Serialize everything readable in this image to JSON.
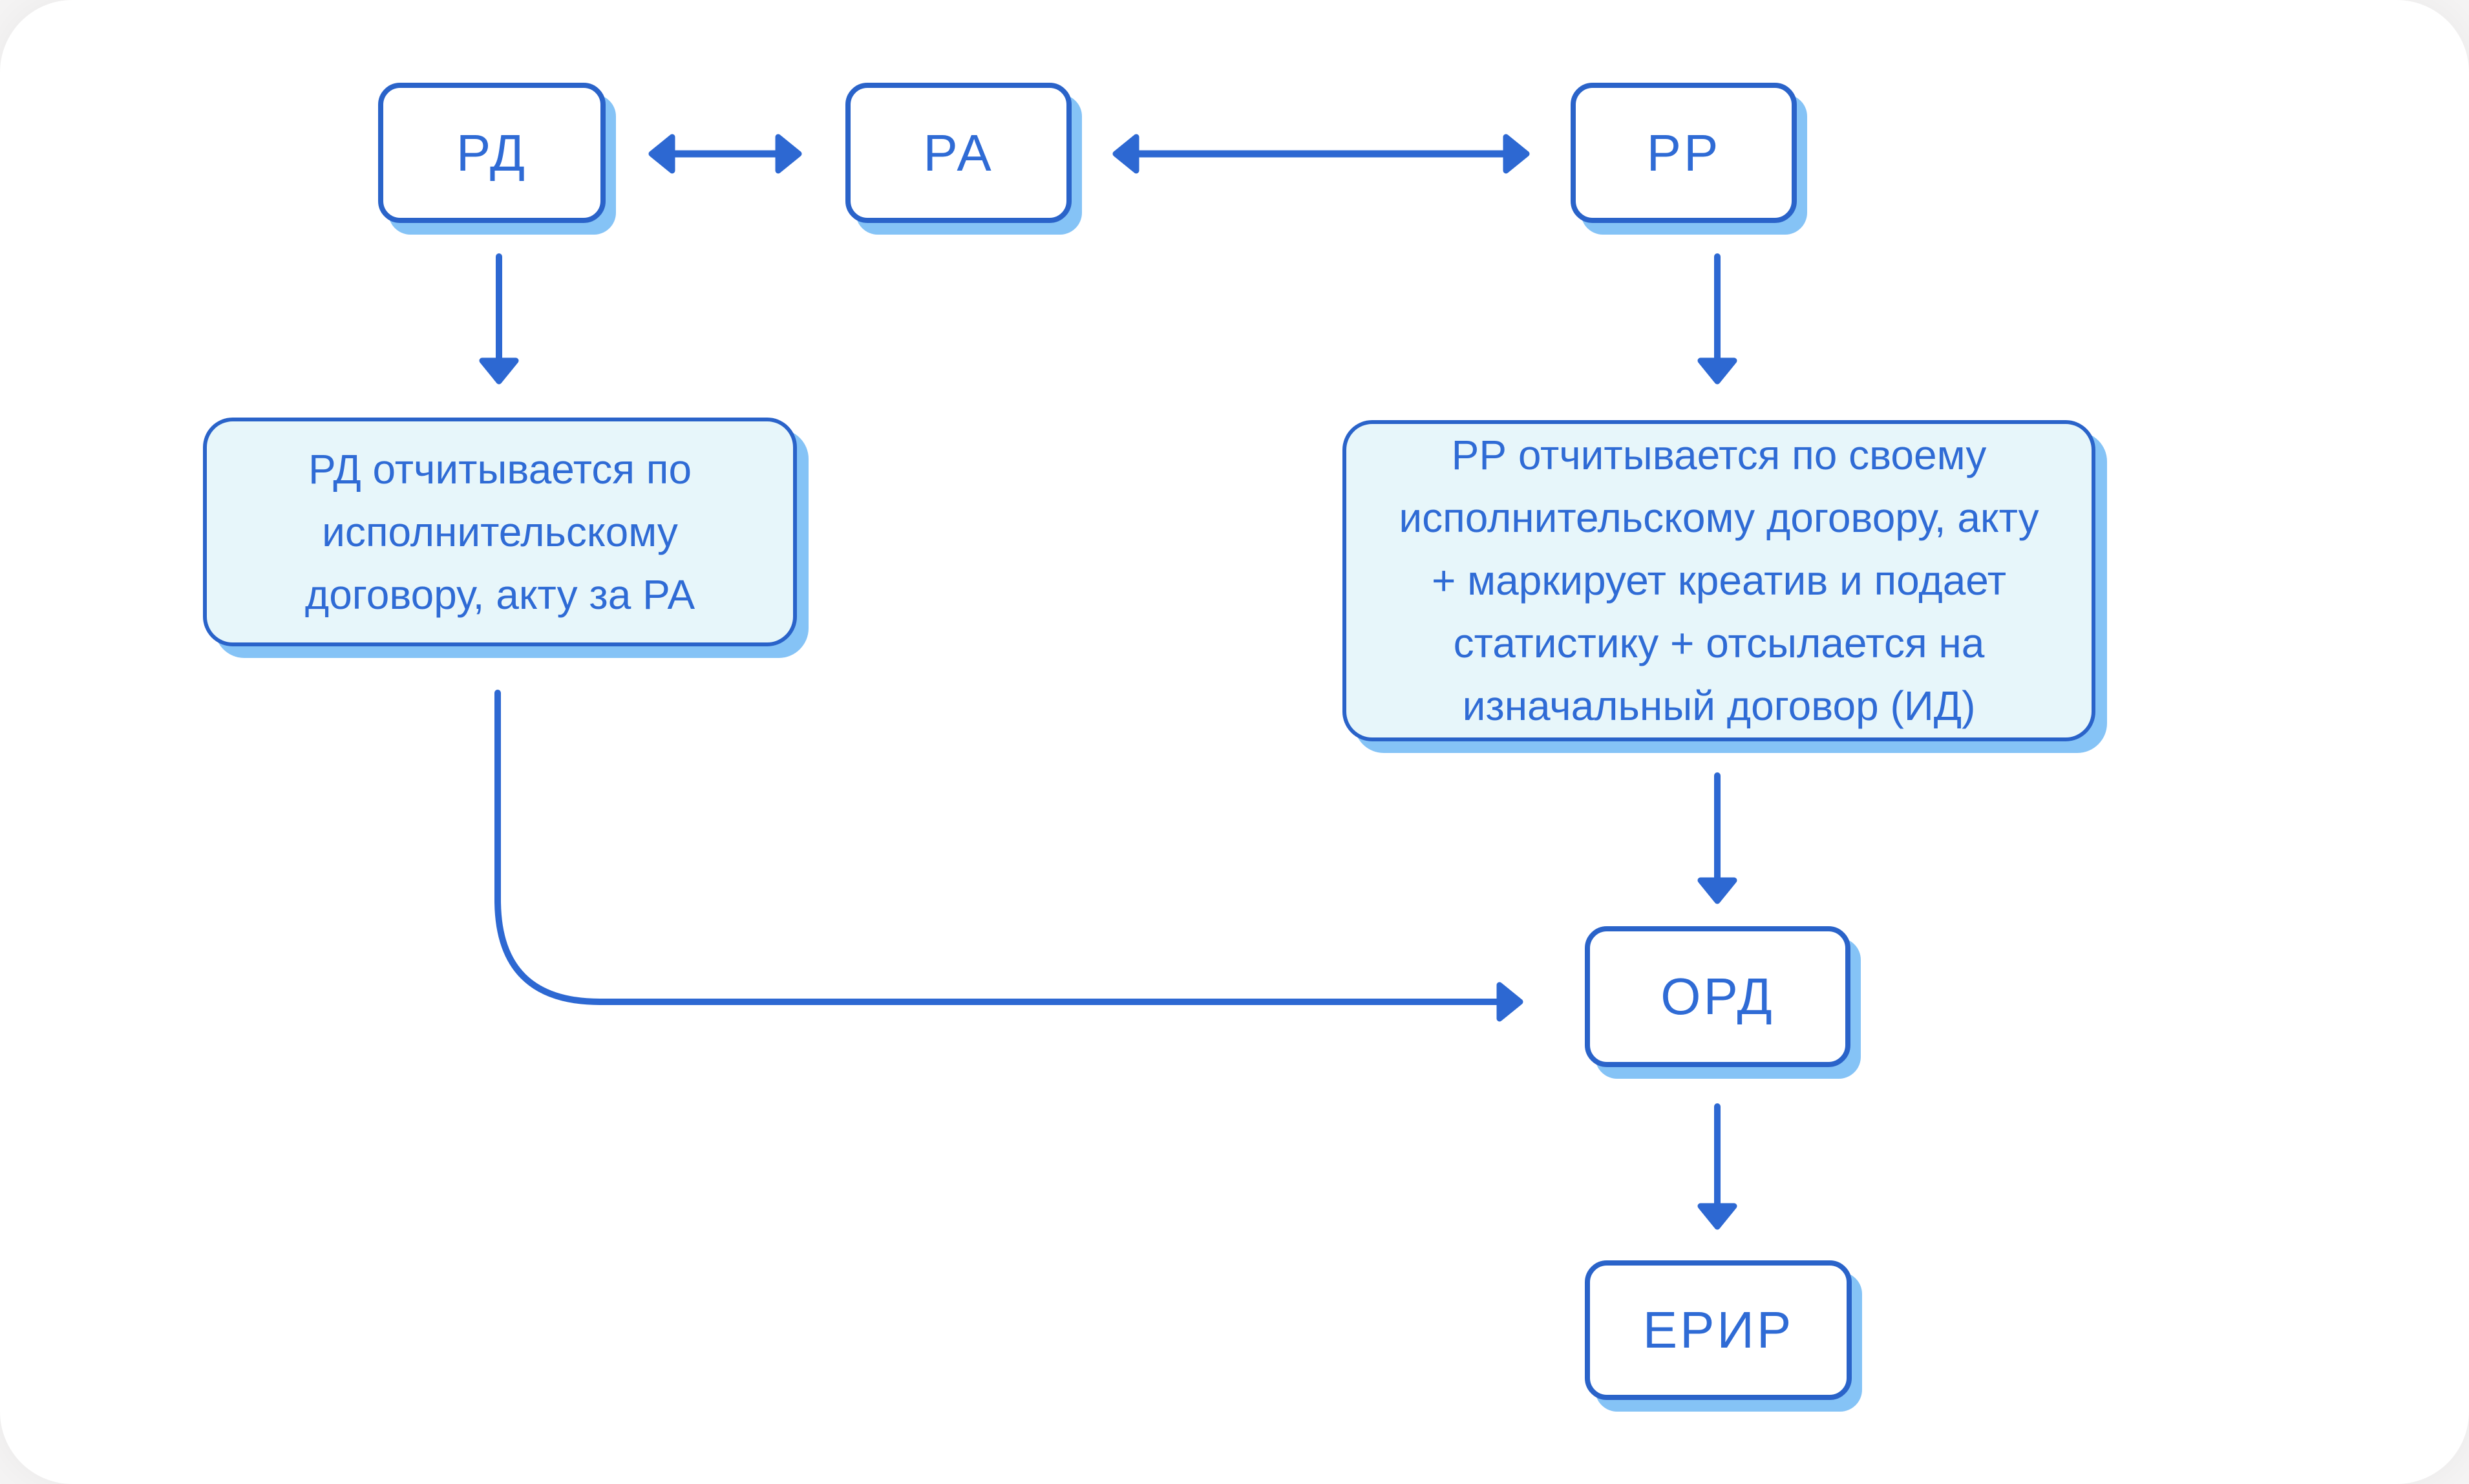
{
  "colors": {
    "primary_blue": "#2d68d2",
    "box_border_blue": "#2a63c9",
    "label_blue": "#2f6bd5",
    "shadow_blue": "#85c3f6",
    "note_fill": "#e7f6fa",
    "canvas_white": "#ffffff",
    "outer_background": "#f5f4f4"
  },
  "nodes": {
    "rd": {
      "label": "РД"
    },
    "ra": {
      "label": "РА"
    },
    "rr": {
      "label": "РР"
    },
    "ord": {
      "label": "ОРД"
    },
    "erir": {
      "label": "ЕРИР"
    }
  },
  "notes": {
    "left": {
      "lines": [
        "РД отчитывается по",
        "исполнительскому",
        "договору, акту за РА"
      ]
    },
    "right": {
      "lines": [
        "РР отчитывается по своему",
        "исполнительскому договору, акту",
        "+ маркирует креатив и подает",
        "статистику + отсылается на",
        "изначальный договор (ИД)"
      ]
    }
  }
}
